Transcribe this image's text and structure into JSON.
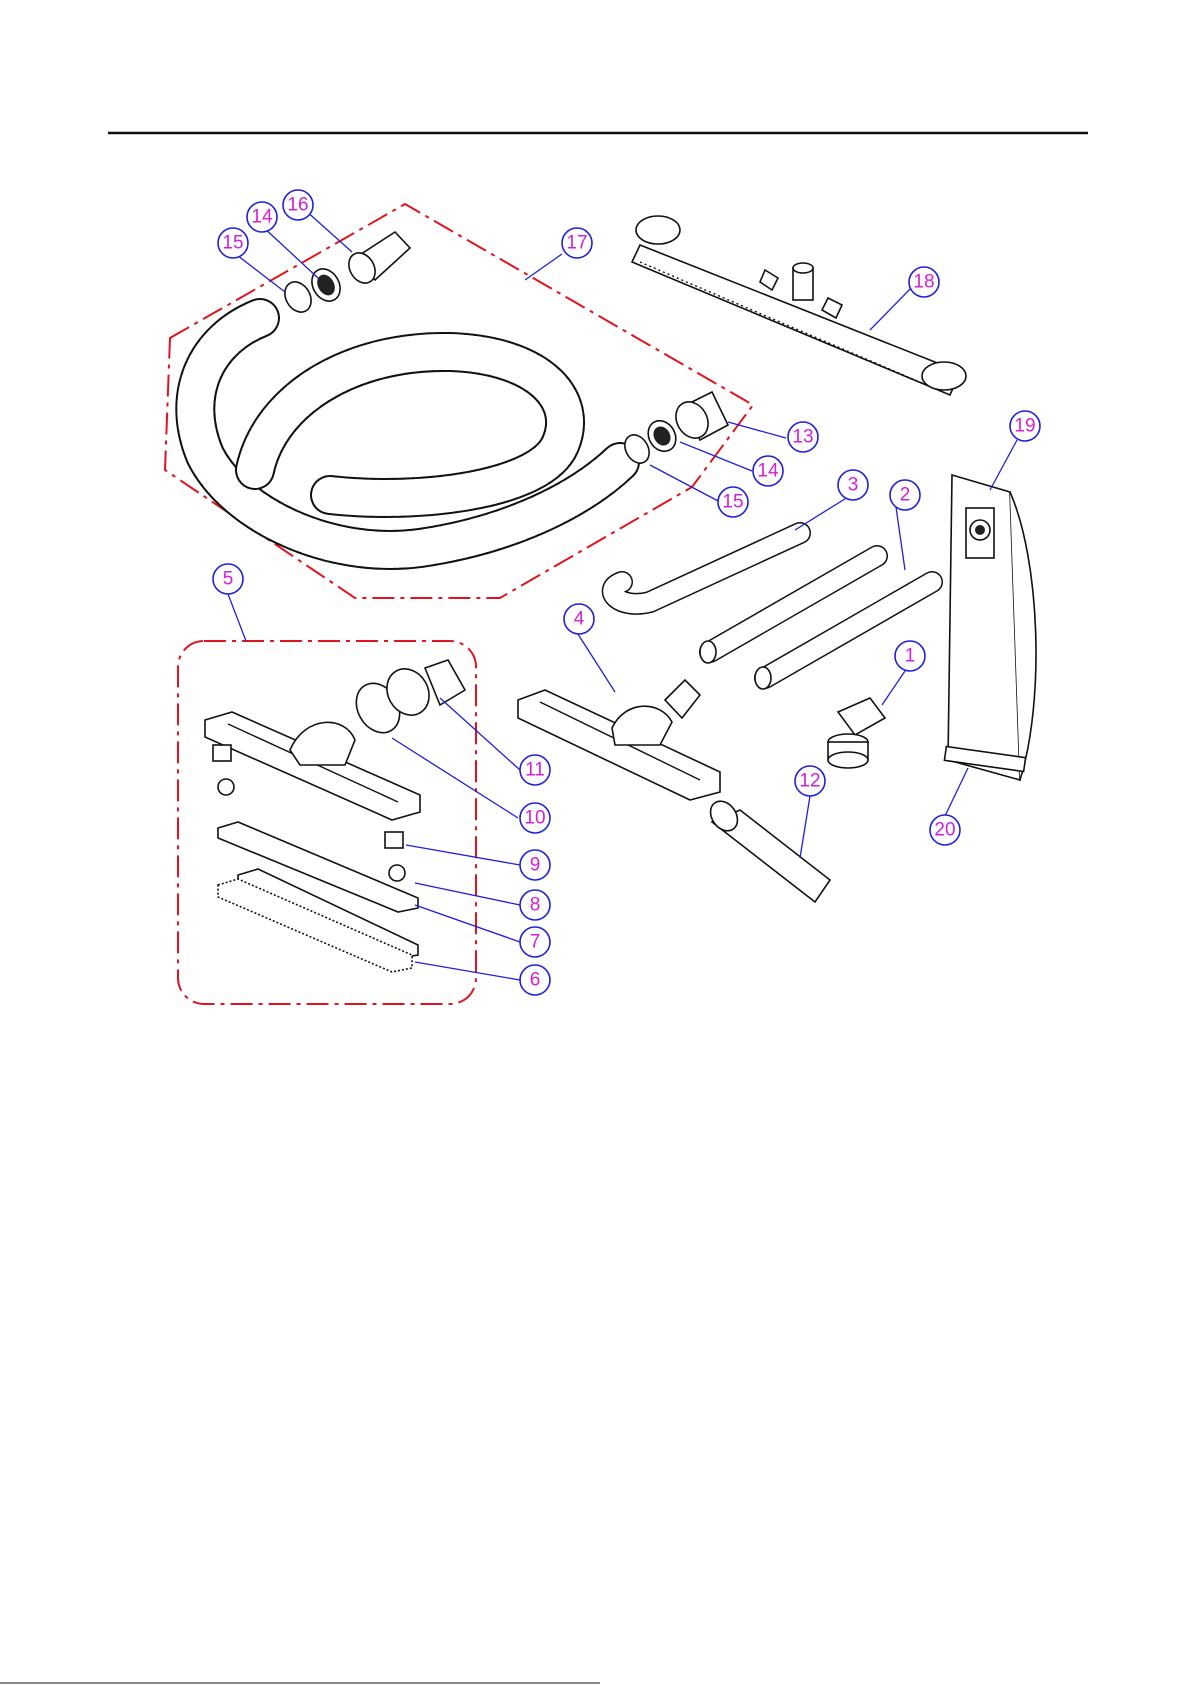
{
  "colors": {
    "line": "#111111",
    "boundary": "#e0141e",
    "balloon_text": "#d41fd4",
    "balloon_outline": "#2020d8",
    "leader": "#2020d8"
  },
  "balloons": [
    {
      "id": "b1",
      "label": "1"
    },
    {
      "id": "b2",
      "label": "2"
    },
    {
      "id": "b3",
      "label": "3"
    },
    {
      "id": "b4",
      "label": "4"
    },
    {
      "id": "b5",
      "label": "5"
    },
    {
      "id": "b6",
      "label": "6"
    },
    {
      "id": "b7",
      "label": "7"
    },
    {
      "id": "b8",
      "label": "8"
    },
    {
      "id": "b9",
      "label": "9"
    },
    {
      "id": "b10",
      "label": "10"
    },
    {
      "id": "b11",
      "label": "11"
    },
    {
      "id": "b12",
      "label": "12"
    },
    {
      "id": "b13",
      "label": "13"
    },
    {
      "id": "b14a",
      "label": "14"
    },
    {
      "id": "b14b",
      "label": "14"
    },
    {
      "id": "b15a",
      "label": "15"
    },
    {
      "id": "b15b",
      "label": "15"
    },
    {
      "id": "b16",
      "label": "16"
    },
    {
      "id": "b17",
      "label": "17"
    },
    {
      "id": "b18",
      "label": "18"
    },
    {
      "id": "b19",
      "label": "19"
    },
    {
      "id": "b20",
      "label": "20"
    }
  ]
}
